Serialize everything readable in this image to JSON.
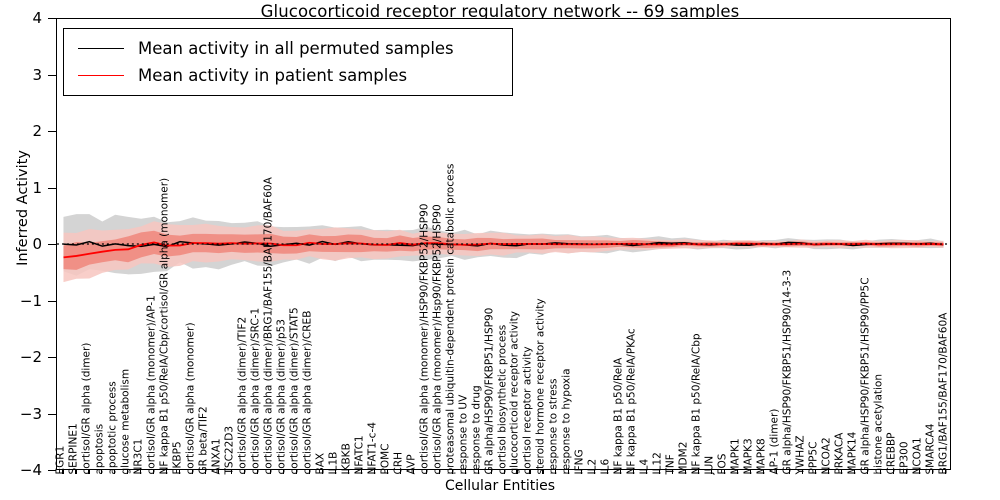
{
  "chart_data": {
    "type": "line",
    "title": "Glucocorticoid receptor regulatory network -- 69 samples",
    "xlabel": "Cellular Entities",
    "ylabel": "Inferred Activity",
    "ylim": [
      -4,
      4
    ],
    "yticks": [
      "4",
      "3",
      "2",
      "1",
      "0",
      "-1",
      "-2",
      "-3",
      "-4"
    ],
    "grid": false,
    "legend_position": "upper left",
    "legend": [
      {
        "name": "Mean activity in all permuted samples",
        "color": "#000000"
      },
      {
        "name": "Mean activity in patient samples",
        "color": "#ff0000"
      }
    ],
    "band_colors": {
      "permuted_band": "#d4d4d4",
      "patient_band_outer": "#f7c5c0",
      "patient_band_inner": "#ef8a80"
    },
    "categories": [
      "EGR1",
      "SERPINE1",
      "cortisol/GR alpha (dimer)",
      "apoptosis",
      "apoptotic process",
      "glucose metabolism",
      "NR3C1",
      "cortisol/GR alpha (monomer)/AP-1",
      "NF kappa B1 p50/RelA/Cbp/cortisol/GR alpha (monomer)",
      "FKBP5",
      "cortisol/GR alpha (monomer)",
      "GR beta/TIF2",
      "ANXA1",
      "TSC22D3",
      "cortisol/GR alpha (dimer)/TIF2",
      "cortisol/GR alpha (dimer)/SRC-1",
      "cortisol/GR alpha (dimer)/BRG1/BAF155/BAF170/BAF60A",
      "cortisol/GR alpha (dimer)/p53",
      "cortisol/GR alpha (dimer)/STAT5",
      "cortisol/GR alpha (dimer)/CREB",
      "BAX",
      "IL1B",
      "IKBKB",
      "NFATC1",
      "NFAT1-c-4",
      "POMC",
      "CRH",
      "AVP",
      "cortisol/GR alpha (monomer)/HSP90/FKBP52/HSP90",
      "cortisol/GR alpha (monomer)/Hsp90/FKBP52/HSP90",
      "proteasomal ubiquitin-dependent protein catabolic process",
      "response to UV",
      "response to drug",
      "GR alpha/HSP90/FKBP51/HSP90",
      "cortisol biosynthetic process",
      "glucocorticoid receptor activity",
      "cortisol receptor activity",
      "steroid hormone receptor activity",
      "response to stress",
      "response to hypoxia",
      "IFNG",
      "IL2",
      "IL6",
      "NF kappa B1 p50/RelA",
      "NF kappa B1 p50/RelA/PKAc",
      "IL4",
      "IL12",
      "TNF",
      "MDM2",
      "NF kappa B1 p50/RelA/Cbp",
      "JUN",
      "FOS",
      "MAPK1",
      "MAPK3",
      "MAPK8",
      "AP-1 (dimer)",
      "GR alpha/HSP90/FKBP51/HSP90/14-3-3",
      "YWHAZ",
      "PPP5C",
      "NCOA2",
      "PRKACA",
      "MAPK14",
      "GR alpha/HSP90/FKBP51/HSP90/PP5C",
      "histone acetylation",
      "CREBBP",
      "EP300",
      "NCOA1",
      "SMARCA4",
      "BRG1/BAF155/BAF170/BAF60A"
    ],
    "series": [
      {
        "name": "Mean activity in all permuted samples",
        "color": "#000000"
      },
      {
        "name": "Mean activity in patient samples",
        "color": "#ff0000"
      }
    ],
    "notes": "Both mean curves hover near 0 across all 69 cellular entities; the patient mean dips to about -0.25 at the far-left entities before converging to ~0. Shaded bands show variability (gray = permuted, pink = patient)."
  },
  "axes": {
    "y_ticks": [
      "4",
      "3",
      "2",
      "1",
      "0",
      "-1",
      "-2",
      "-3",
      "-4"
    ]
  }
}
